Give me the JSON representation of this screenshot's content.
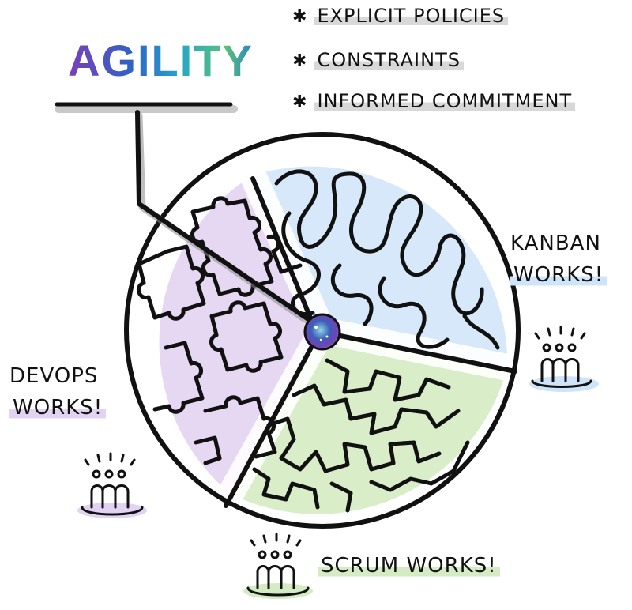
{
  "title": "AGILITY",
  "policies": [
    "EXPLICIT POLICIES",
    "CONSTRAINTS",
    "INFORMED COMMITMENT"
  ],
  "labels": {
    "kanban_line1": "KANBAN",
    "kanban_line2": "WORKS!",
    "devops_line1": "DEVOPS",
    "devops_line2": "WORKS!",
    "scrum": "SCRUM WORKS!"
  },
  "colors": {
    "kanban": "#cfe4f8",
    "devops": "#e3d3f2",
    "scrum": "#d5ebc3",
    "outline": "#111111",
    "underline_shadow": "#c9c9c9"
  },
  "icons": [
    "maze-icon",
    "puzzle-icon",
    "brain-icon",
    "team-icon",
    "cosmic-center-icon"
  ]
}
